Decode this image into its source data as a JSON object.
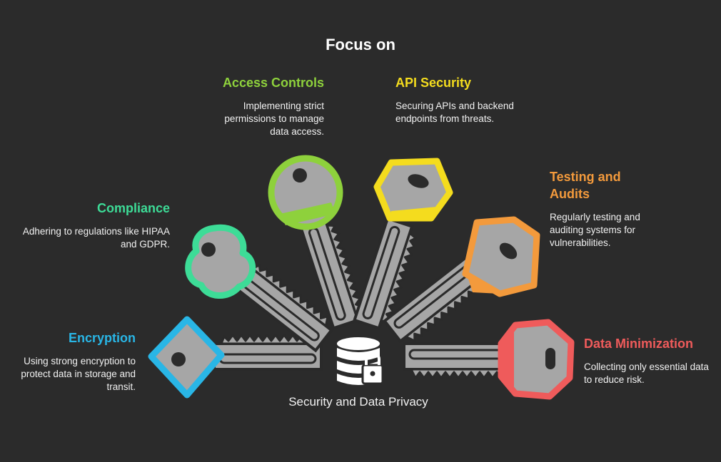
{
  "title": "Focus on",
  "center_label": "Security and Data Privacy",
  "items": [
    {
      "id": "encryption",
      "title": "Encryption",
      "description": "Using strong encryption to protect data in storage and transit.",
      "color": "#29b6e6"
    },
    {
      "id": "compliance",
      "title": "Compliance",
      "description": "Adhering to regulations like HIPAA and GDPR.",
      "color": "#3ddc97"
    },
    {
      "id": "access",
      "title": "Access Controls",
      "description": "Implementing strict permissions to manage data access.",
      "color": "#8ed13c"
    },
    {
      "id": "api",
      "title": "API Security",
      "description": "Securing APIs and backend endpoints from threats.",
      "color": "#f4dc1e"
    },
    {
      "id": "testing",
      "title": "Testing and Audits",
      "description": "Regularly testing and auditing systems for vulnerabilities.",
      "color": "#f39a3c"
    },
    {
      "id": "minimization",
      "title": "Data Minimization",
      "description": "Collecting only essential data to reduce risk.",
      "color": "#ef5b5b"
    }
  ],
  "center_icon": "database-lock-icon"
}
